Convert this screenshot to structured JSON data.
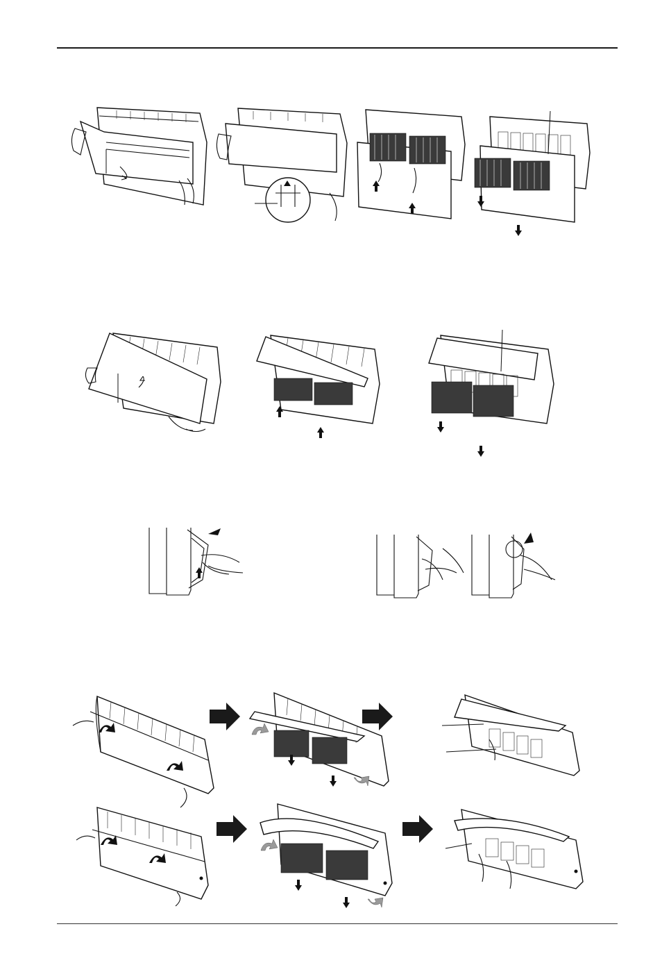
{
  "page": {
    "rules": [
      "top",
      "bottom"
    ]
  },
  "illustrations": {
    "row1": [
      "open-front-panel",
      "lift-panel-hook-detail",
      "push-up-filters",
      "pull-down-filters"
    ],
    "row2": [
      "lift-front-panel",
      "push-up-filters",
      "pull-down-filters"
    ],
    "row3": [
      "press-filter-tab",
      "pull-filter-out"
    ],
    "row4": [
      "open-panel",
      "arrow",
      "remove-filters",
      "arrow",
      "remove-inner-filters"
    ],
    "row5": [
      "open-panel",
      "arrow",
      "remove-filters",
      "arrow",
      "remove-inner-filters"
    ]
  },
  "colors": {
    "line": "#111111",
    "filter_fill": "#3a3a3a",
    "arrow_fill": "#1a1a1a",
    "gray_arrow": "#9a9a9a"
  }
}
